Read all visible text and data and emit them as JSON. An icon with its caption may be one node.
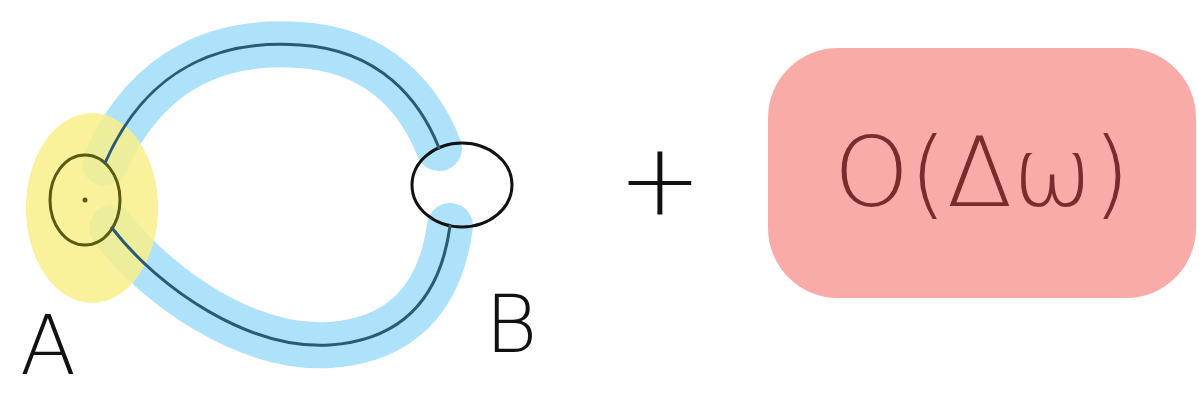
{
  "diagram": {
    "nodes": [
      {
        "text": [],
        "shape": "circle",
        "beside": [
          "A"
        ]
      },
      {
        "text": [],
        "shape": "circle",
        "beside": [
          "B"
        ]
      },
      {
        "text": [
          "O(Δω)"
        ]
      }
    ],
    "edges": [
      {
        "from": 0,
        "to": 1,
        "arrow": "none"
      },
      {
        "from": 0,
        "to": 1,
        "arrow": "none"
      }
    ],
    "labels": [
      "+"
    ]
  }
}
